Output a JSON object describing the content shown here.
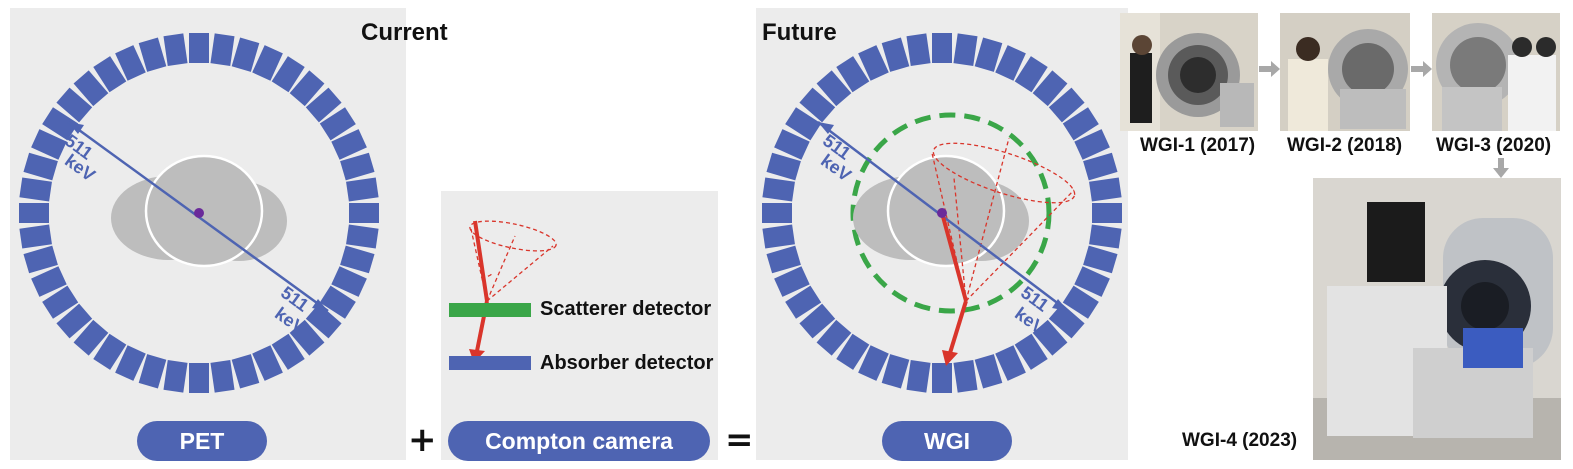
{
  "headings": {
    "current": "Current",
    "future": "Future"
  },
  "pills": {
    "pet": "PET",
    "compton": "Compton camera",
    "wgi": "WGI"
  },
  "operators": {
    "plus": "+",
    "equals": "="
  },
  "energy_label": {
    "value": "511",
    "unit": "keV"
  },
  "compton_legend": {
    "scatterer": "Scatterer detector",
    "absorber": "Absorber detector"
  },
  "photos": {
    "wgi1": "WGI-1 (2017)",
    "wgi2": "WGI-2 (2018)",
    "wgi3": "WGI-3 (2020)",
    "wgi4": "WGI-4 (2023)"
  },
  "colors": {
    "detector_blue": "#4e64b2",
    "scatter_green": "#3aa648",
    "gamma_red": "#d9352b",
    "phantom_gray": "#bdbdbd",
    "source_purple": "#6a2a9a"
  }
}
